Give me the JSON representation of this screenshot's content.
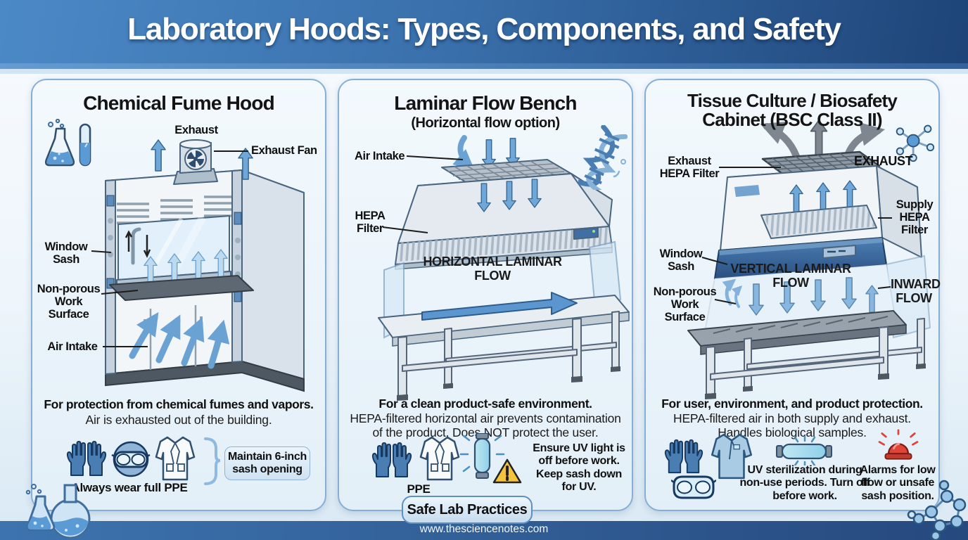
{
  "header": {
    "title": "Laboratory Hoods: Types, Components, and Safety"
  },
  "panel1": {
    "title": "Chemical Fume Hood",
    "label_exhaust": "Exhaust",
    "label_exhaust_fan": "Exhaust Fan",
    "label_window_sash": "Window Sash",
    "label_work_surface": "Non-porous Work Surface",
    "label_air_intake": "Air Intake",
    "desc_line1": "For protection from chemical fumes and vapors.",
    "desc_line2": "Air is exhausted out of the building.",
    "ppe_caption": "Always wear full PPE",
    "callout": "Maintain 6-inch sash opening"
  },
  "panel2": {
    "title": "Laminar Flow Bench",
    "subtitle": "(Horizontal flow option)",
    "label_air_intake": "Air Intake",
    "label_hepa_filter": "HEPA Filter",
    "label_flow": "HORIZONTAL LAMINAR FLOW",
    "desc_line1": "For a clean product-safe environment.",
    "desc_line2": "HEPA-filtered horizontal air prevents contamination",
    "desc_line3": "of the product. Does NOT protect the user.",
    "ppe_caption": "PPE",
    "uv_note": "Ensure UV light is off before work. Keep sash down for UV."
  },
  "panel3": {
    "title": "Tissue Culture / Biosafety Cabinet (BSC Class II)",
    "label_exhaust_hepa": "Exhaust HEPA Filter",
    "label_exhaust": "EXHAUST",
    "label_supply_hepa": "Supply HEPA Filter",
    "label_window_sash": "Window Sash",
    "label_work_surface": "Non-porous Work Surface",
    "label_flow": "VERTICAL LAMINAR FLOW",
    "label_inward_flow": "INWARD FLOW",
    "desc_line1": "For user, environment, and product protection.",
    "desc_line2": "HEPA-filtered air in both supply and exhaust.",
    "desc_line3": "Handles biological samples.",
    "uv_note": "UV sterilization during non-use periods. Turn off before work.",
    "alarm_note": "Alarms for low flow or unsafe sash position."
  },
  "footer": {
    "badge": "Safe Lab Practices",
    "website": "www.thesciencenotes.com"
  },
  "colors": {
    "header_gradient_start": "#4b89c6",
    "header_gradient_end": "#1e4478",
    "footer_gradient_start": "#3d74af",
    "footer_gradient_end": "#26497e",
    "panel_border": "#86afd5",
    "arrow_blue": "#6fa8d8",
    "arrow_gray": "#7e8690",
    "alarm_red": "#e04438",
    "warning_yellow": "#f5c43d"
  }
}
